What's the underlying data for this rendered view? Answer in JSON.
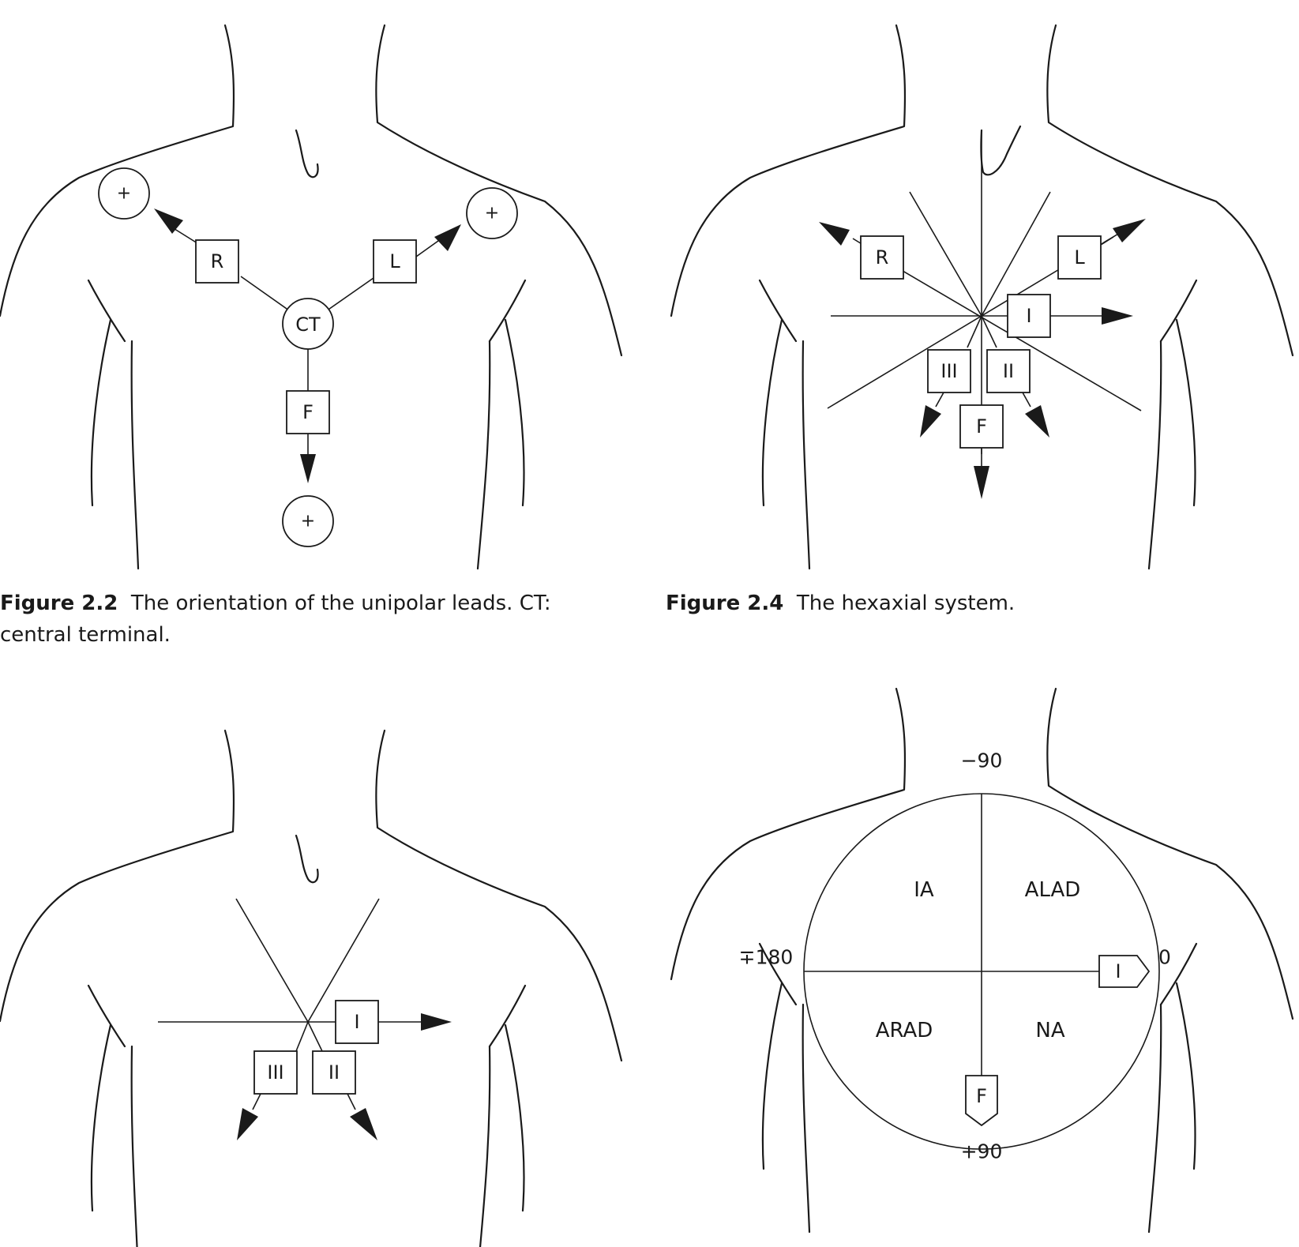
{
  "captions": {
    "fig22_label": "Figure 2.2",
    "fig22_text_line1": "The orientation of the unipolar leads. CT:",
    "fig22_text_line2": "central terminal.",
    "fig24_label": "Figure 2.4",
    "fig24_text": "The hexaxial system."
  },
  "unipolar_diagram": {
    "center_label": "CT",
    "leads": {
      "right": "R",
      "left": "L",
      "foot": "F"
    },
    "electrode_symbol": "+"
  },
  "hexaxial_diagram": {
    "leads": {
      "aVR": "R",
      "aVL": "L",
      "lead_I": "I",
      "lead_II": "II",
      "lead_III": "III",
      "aVF": "F"
    }
  },
  "bipolar_diagram": {
    "leads": {
      "lead_I": "I",
      "lead_II": "II",
      "lead_III": "III"
    }
  },
  "axis_diagram": {
    "degrees": {
      "top": "−90",
      "bottom": "+90",
      "left": "∓180",
      "right": "0"
    },
    "quadrants": {
      "upper_left": "IA",
      "upper_right": "ALAD",
      "lower_left": "ARAD",
      "lower_right": "NA"
    },
    "leads": {
      "lead_I": "I",
      "foot": "F"
    }
  }
}
